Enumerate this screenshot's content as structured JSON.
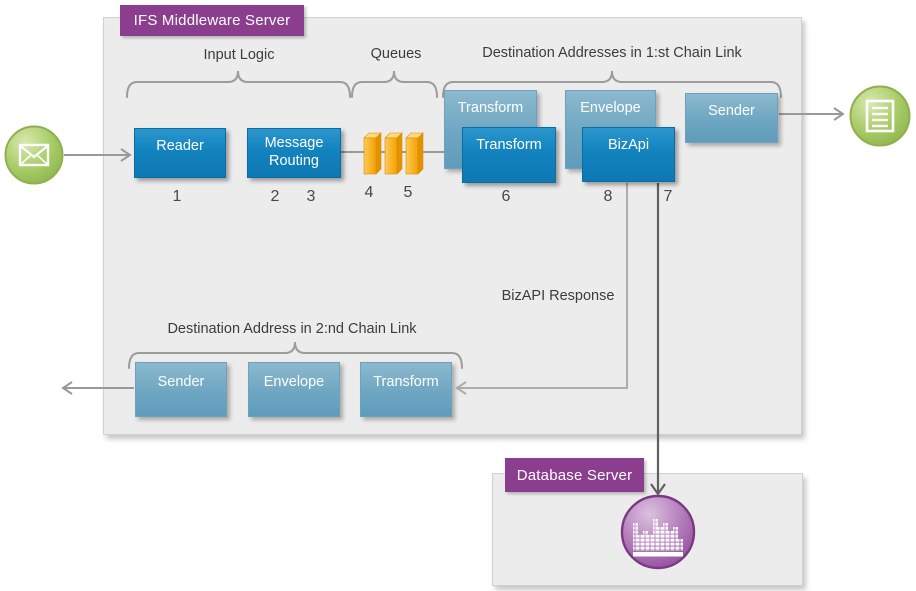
{
  "containers": {
    "middleware_title": "IFS Middleware Server",
    "database_title": "Database Server"
  },
  "group_labels": {
    "input_logic": "Input Logic",
    "queues": "Queues",
    "chain1": "Destination Addresses in 1:st Chain Link",
    "chain2": "Destination Address in 2:nd Chain Link"
  },
  "nodes": {
    "reader": {
      "label": "Reader"
    },
    "message_routing": {
      "label": "Message Routing"
    },
    "transform1_back": {
      "label": "Transform"
    },
    "transform1_front": {
      "label": "Transform"
    },
    "envelope1": {
      "label": "Envelope"
    },
    "bizapi": {
      "label": "BizApi"
    },
    "sender1": {
      "label": "Sender"
    },
    "sender2": {
      "label": "Sender"
    },
    "envelope2": {
      "label": "Envelope"
    },
    "transform2": {
      "label": "Transform"
    }
  },
  "steps": {
    "s1": "1",
    "s2": "2",
    "s3": "3",
    "s4": "4",
    "s5": "5",
    "s6": "6",
    "s7": "7",
    "s8": "8"
  },
  "annotations": {
    "bizapi_response": "BizAPI Response"
  },
  "icons": {
    "mail": "mail-icon",
    "document": "document-icon",
    "database": "database-equalizer-icon",
    "queues": "queue-stack-icon"
  },
  "colors": {
    "accent_purple": "#8b3e8e",
    "node_dark_blue": "#1283be",
    "node_light_blue": "#6ea6c2",
    "queue_yellow": "#f6ab07",
    "sphere_green": "#9cc45c",
    "container_gray": "#edecec",
    "connector_gray": "#999999",
    "response_line_gray": "#adadad",
    "db_line_gray": "#606060"
  }
}
